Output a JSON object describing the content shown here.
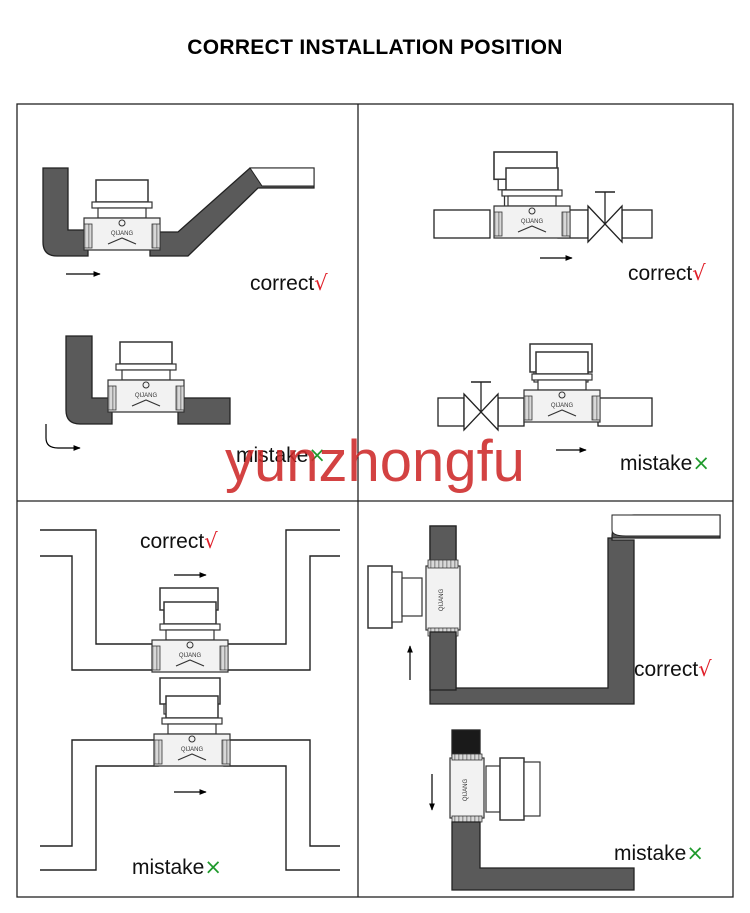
{
  "title": "CORRECT INSTALLATION POSITION",
  "watermark": "yunzhongfu",
  "labels": {
    "correct": "correct",
    "mistake": "mistake",
    "check_mark": "√",
    "cross_mark": "×"
  },
  "meter_face_text": "QIJANG",
  "colors": {
    "pipe_fill": "#5a5a5a",
    "check_mark": "#e0202a",
    "cross_mark": "#1f9a2c",
    "watermark": "#cd2828"
  }
}
